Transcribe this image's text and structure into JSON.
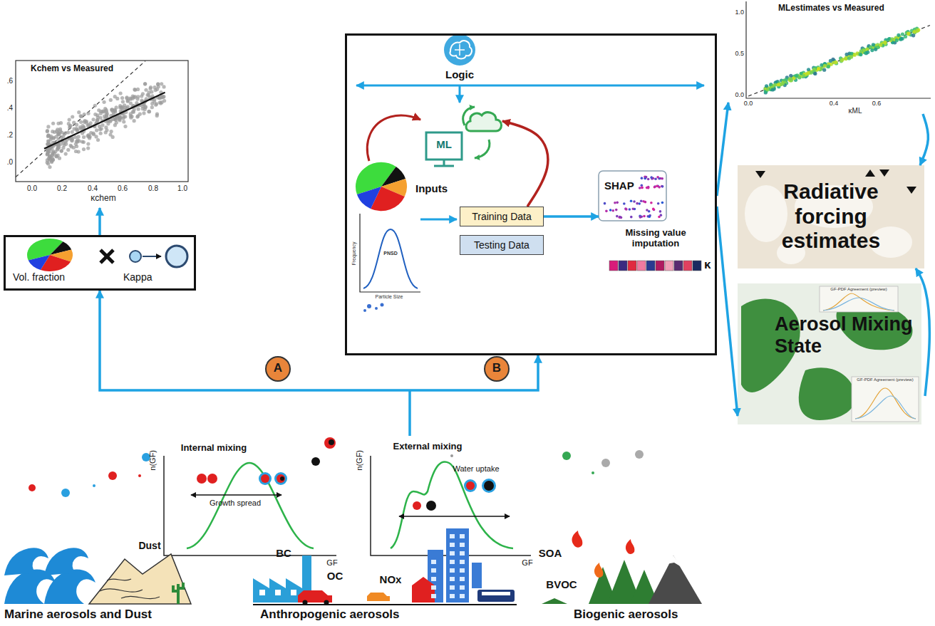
{
  "diagram": {
    "nodes": [
      {
        "text": [
          "Kchem vs Measured"
        ]
      },
      {
        "text": [
          "Vol. fraction",
          "Kappa"
        ]
      },
      {
        "text": [
          "A"
        ]
      },
      {
        "text": [
          "Logic"
        ]
      },
      {
        "text": [
          "ML"
        ],
        "in": 3
      },
      {
        "text": [
          "Training Data"
        ],
        "in": 3
      },
      {
        "text": [
          "Testing Data"
        ],
        "in": 3
      },
      {
        "text": [
          "SHAP"
        ],
        "in": 3
      },
      {
        "text": [
          "B"
        ]
      },
      {
        "text": [
          "MLestimates vs Measured"
        ]
      },
      {
        "text": [
          "Radiative forcing estimates"
        ]
      },
      {
        "text": [
          "Aerosol Mixing State"
        ]
      }
    ],
    "edges": [
      {
        "from": 1,
        "to": 0,
        "arrow": "to"
      },
      {
        "from": 1,
        "to": 3,
        "arrow": "both"
      },
      {
        "from": 5,
        "to": 4,
        "arrow": "to"
      },
      {
        "from": 5,
        "to": 7,
        "arrow": "to"
      },
      {
        "from": 3,
        "to": 9,
        "arrow": "to"
      },
      {
        "from": 3,
        "to": 11,
        "arrow": "to"
      },
      {
        "from": 9,
        "to": 10,
        "arrow": "to"
      },
      {
        "from": 11,
        "to": 10,
        "arrow": "to"
      }
    ],
    "labels": [
      ".6",
      ".4",
      ".2",
      ".0",
      "0.0",
      "0.2",
      "0.4",
      "0.6",
      "0.8",
      "1.0",
      "κchem",
      "Inputs",
      "PNSD",
      "Frequency",
      "Particle Size",
      "Missing value imputation",
      "κ",
      "1.0",
      "0.5",
      "0.0",
      "0.0",
      "0.4",
      "0.6",
      "κML",
      "GF-PDF Agreement (preview)",
      "GF-PDF Agreement (preview)",
      "Internal mixing",
      "n(GF)",
      "GF",
      "Growth spread",
      "External mixing",
      "n(GF)",
      "GF",
      "Water uptake",
      "Dust",
      "Marine aerosols and Dust",
      "BC",
      "OC",
      "NOx",
      "Anthropogenic aerosols",
      "SOA",
      "BVOC",
      "Biogenic aerosols"
    ]
  }
}
